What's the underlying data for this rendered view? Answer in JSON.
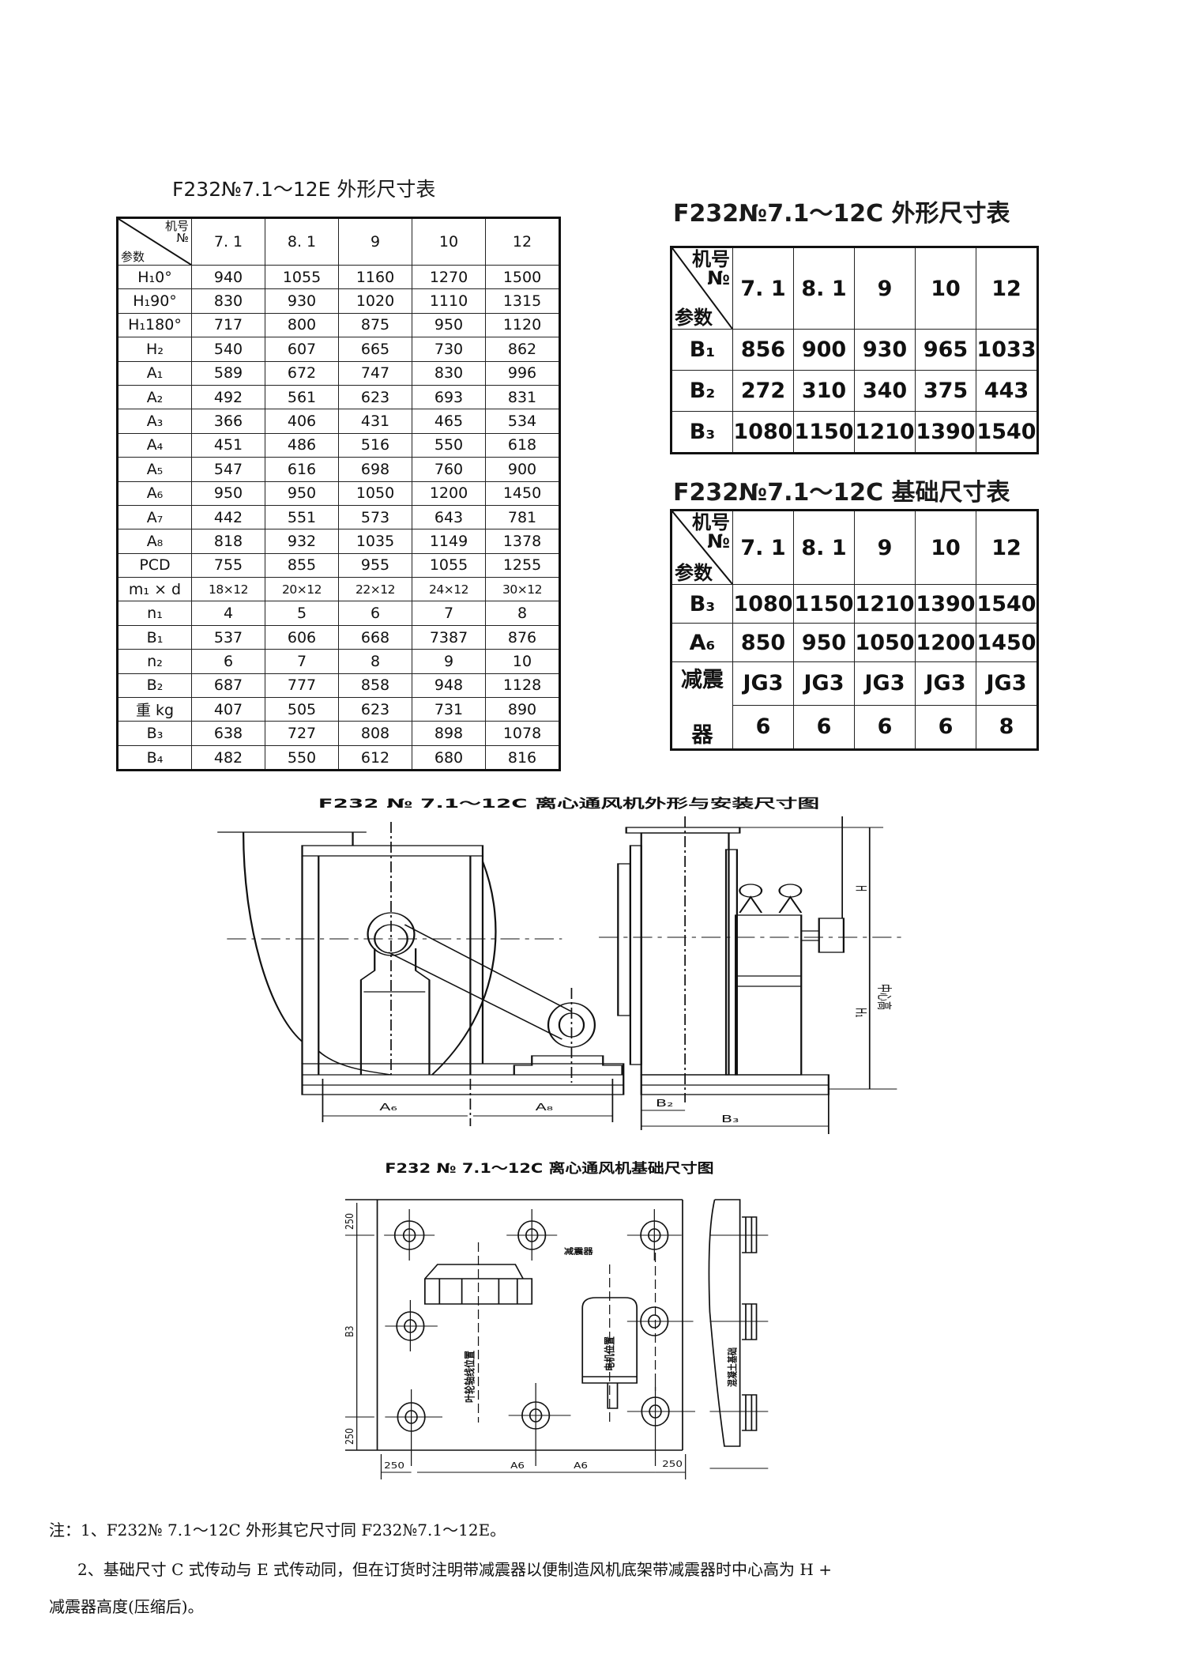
{
  "table_e": {
    "title": "F232№7.1～12E 外形尺寸表",
    "header": {
      "machine_no": "机号",
      "no": "№",
      "param": "参数",
      "columns": [
        "7. 1",
        "8. 1",
        "9",
        "10",
        "12"
      ]
    },
    "rows": [
      {
        "label": "H₁0°",
        "values": [
          "940",
          "1055",
          "1160",
          "1270",
          "1500"
        ]
      },
      {
        "label": "H₁90°",
        "values": [
          "830",
          "930",
          "1020",
          "1110",
          "1315"
        ]
      },
      {
        "label": "H₁180°",
        "values": [
          "717",
          "800",
          "875",
          "950",
          "1120"
        ]
      },
      {
        "label": "H₂",
        "values": [
          "540",
          "607",
          "665",
          "730",
          "862"
        ]
      },
      {
        "label": "A₁",
        "values": [
          "589",
          "672",
          "747",
          "830",
          "996"
        ]
      },
      {
        "label": "A₂",
        "values": [
          "492",
          "561",
          "623",
          "693",
          "831"
        ]
      },
      {
        "label": "A₃",
        "values": [
          "366",
          "406",
          "431",
          "465",
          "534"
        ]
      },
      {
        "label": "A₄",
        "values": [
          "451",
          "486",
          "516",
          "550",
          "618"
        ]
      },
      {
        "label": "A₅",
        "values": [
          "547",
          "616",
          "698",
          "760",
          "900"
        ]
      },
      {
        "label": "A₆",
        "values": [
          "950",
          "950",
          "1050",
          "1200",
          "1450"
        ]
      },
      {
        "label": "A₇",
        "values": [
          "442",
          "551",
          "573",
          "643",
          "781"
        ]
      },
      {
        "label": "A₈",
        "values": [
          "818",
          "932",
          "1035",
          "1149",
          "1378"
        ]
      },
      {
        "label": "PCD",
        "values": [
          "755",
          "855",
          "955",
          "1055",
          "1255"
        ]
      },
      {
        "label": "m₁ × d",
        "values": [
          "18×12",
          "20×12",
          "22×12",
          "24×12",
          "30×12"
        ]
      },
      {
        "label": "n₁",
        "values": [
          "4",
          "5",
          "6",
          "7",
          "8"
        ]
      },
      {
        "label": "B₁",
        "values": [
          "537",
          "606",
          "668",
          "7387",
          "876"
        ]
      },
      {
        "label": "n₂",
        "values": [
          "6",
          "7",
          "8",
          "9",
          "10"
        ]
      },
      {
        "label": "B₂",
        "values": [
          "687",
          "777",
          "858",
          "948",
          "1128"
        ]
      },
      {
        "label": "重 kg",
        "values": [
          "407",
          "505",
          "623",
          "731",
          "890"
        ]
      },
      {
        "label": "B₃",
        "values": [
          "638",
          "727",
          "808",
          "898",
          "1078"
        ]
      },
      {
        "label": "B₄",
        "values": [
          "482",
          "550",
          "612",
          "680",
          "816"
        ]
      }
    ]
  },
  "table_c_outline": {
    "title": "F232№7.1～12C 外形尺寸表",
    "header": {
      "machine_no": "机号",
      "no": "№",
      "param": "参数",
      "columns": [
        "7. 1",
        "8. 1",
        "9",
        "10",
        "12"
      ]
    },
    "rows": [
      {
        "label": "B₁",
        "values": [
          "856",
          "900",
          "930",
          "965",
          "1033"
        ]
      },
      {
        "label": "B₂",
        "values": [
          "272",
          "310",
          "340",
          "375",
          "443"
        ]
      },
      {
        "label": "B₃",
        "values": [
          "1080",
          "1150",
          "1210",
          "1390",
          "1540"
        ]
      }
    ]
  },
  "table_c_foundation": {
    "title": "F232№7.1～12C 基础尺寸表",
    "header": {
      "machine_no": "机号",
      "no": "№",
      "param": "参数",
      "columns": [
        "7. 1",
        "8. 1",
        "9",
        "10",
        "12"
      ]
    },
    "rows": [
      {
        "label": "B₃",
        "values": [
          "1080",
          "1150",
          "1210",
          "1390",
          "1540"
        ]
      },
      {
        "label": "A₆",
        "values": [
          "850",
          "950",
          "1050",
          "1200",
          "1450"
        ]
      }
    ],
    "damper_label_1": "减震",
    "damper_label_2": "器",
    "damper_model": [
      "JG3",
      "JG3",
      "JG3",
      "JG3",
      "JG3"
    ],
    "damper_count": [
      "6",
      "6",
      "6",
      "6",
      "8"
    ]
  },
  "drawing_outline": {
    "title": "F232 № 7.1～12C 离心通风机外形与安装尺寸图",
    "labels": {
      "a6": "A₆",
      "a8": "A₈",
      "b2": "B₂",
      "b3": "B₃",
      "h": "H",
      "h1": "H₁",
      "center_height": "中心高"
    }
  },
  "drawing_foundation": {
    "title": "F232 № 7.1～12C 离心通风机基础尺寸图",
    "labels": {
      "dim_250": "250",
      "b3": "B3",
      "a6": "A6",
      "damper": "减震器",
      "impeller_axis": "叶轮轴线位置",
      "motor_position": "电机位置",
      "concrete_foundation": "混凝土基础"
    }
  },
  "notes": {
    "note1": "注：1、F232№ 7.1～12C 外形其它尺寸同 F232№7.1～12E。",
    "note2_line1": "2、基础尺寸 C 式传动与 E 式传动同，但在订货时注明带减震器以便制造风机底架带减震器时中心高为 H +",
    "note2_line2": "减震器高度(压缩后)。"
  }
}
